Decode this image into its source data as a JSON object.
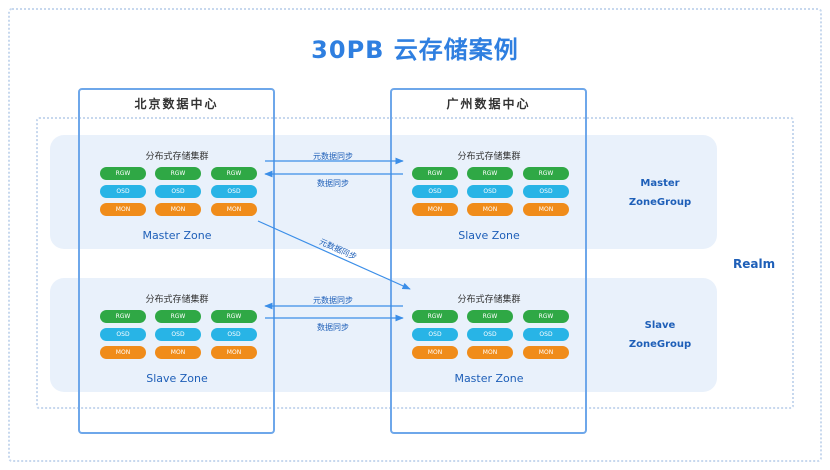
{
  "title": "30PB 云存储案例",
  "datacenters": {
    "beijing": "北京数据中心",
    "guangzhou": "广州数据中心"
  },
  "clusters": {
    "bj_master": {
      "label": "分布式存储集群",
      "zone": "Master Zone"
    },
    "gz_slave": {
      "label": "分布式存储集群",
      "zone": "Slave Zone"
    },
    "bj_slave": {
      "label": "分布式存储集群",
      "zone": "Slave Zone"
    },
    "gz_master": {
      "label": "分布式存储集群",
      "zone": "Master Zone"
    }
  },
  "node_types": {
    "rgw": "RGW",
    "osd": "OSD",
    "mon": "MON"
  },
  "zonegroups": {
    "master": [
      "Master",
      "ZoneGroup"
    ],
    "slave": [
      "Slave",
      "ZoneGroup"
    ]
  },
  "realm": "Realm",
  "arrows": {
    "metadata_sync": "元数据同步",
    "data_sync": "数据同步"
  },
  "colors": {
    "title": "#2f7fe0",
    "frame": "#6ea7ea",
    "band": "#e9f1fb",
    "rgw": "#2fa845",
    "osd": "#28b4e6",
    "mon": "#f08c1a",
    "accent_text": "#1e5fb8"
  }
}
